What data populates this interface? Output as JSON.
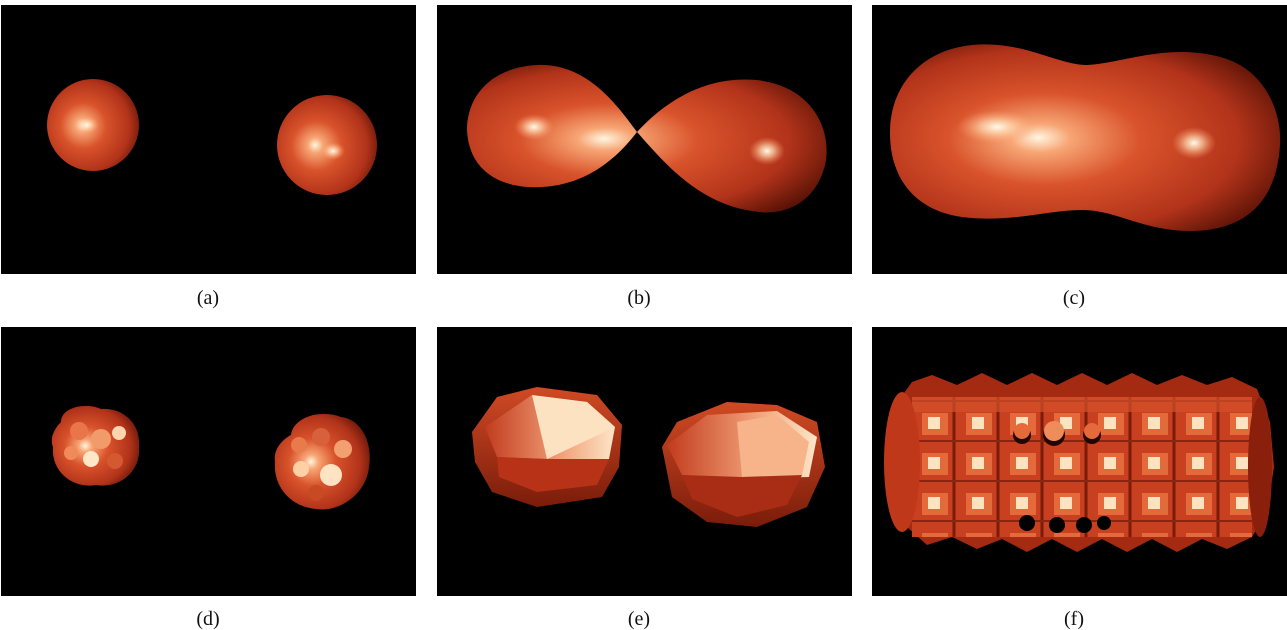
{
  "figure": {
    "captions": [
      "(a)",
      "(b)",
      "(c)",
      "(d)",
      "(e)",
      "(f)"
    ],
    "colors": {
      "background": "#000000",
      "surface_base": "#c83a1c",
      "surface_highlight": "#fff4dc",
      "surface_shadow": "#4a0d05"
    }
  }
}
